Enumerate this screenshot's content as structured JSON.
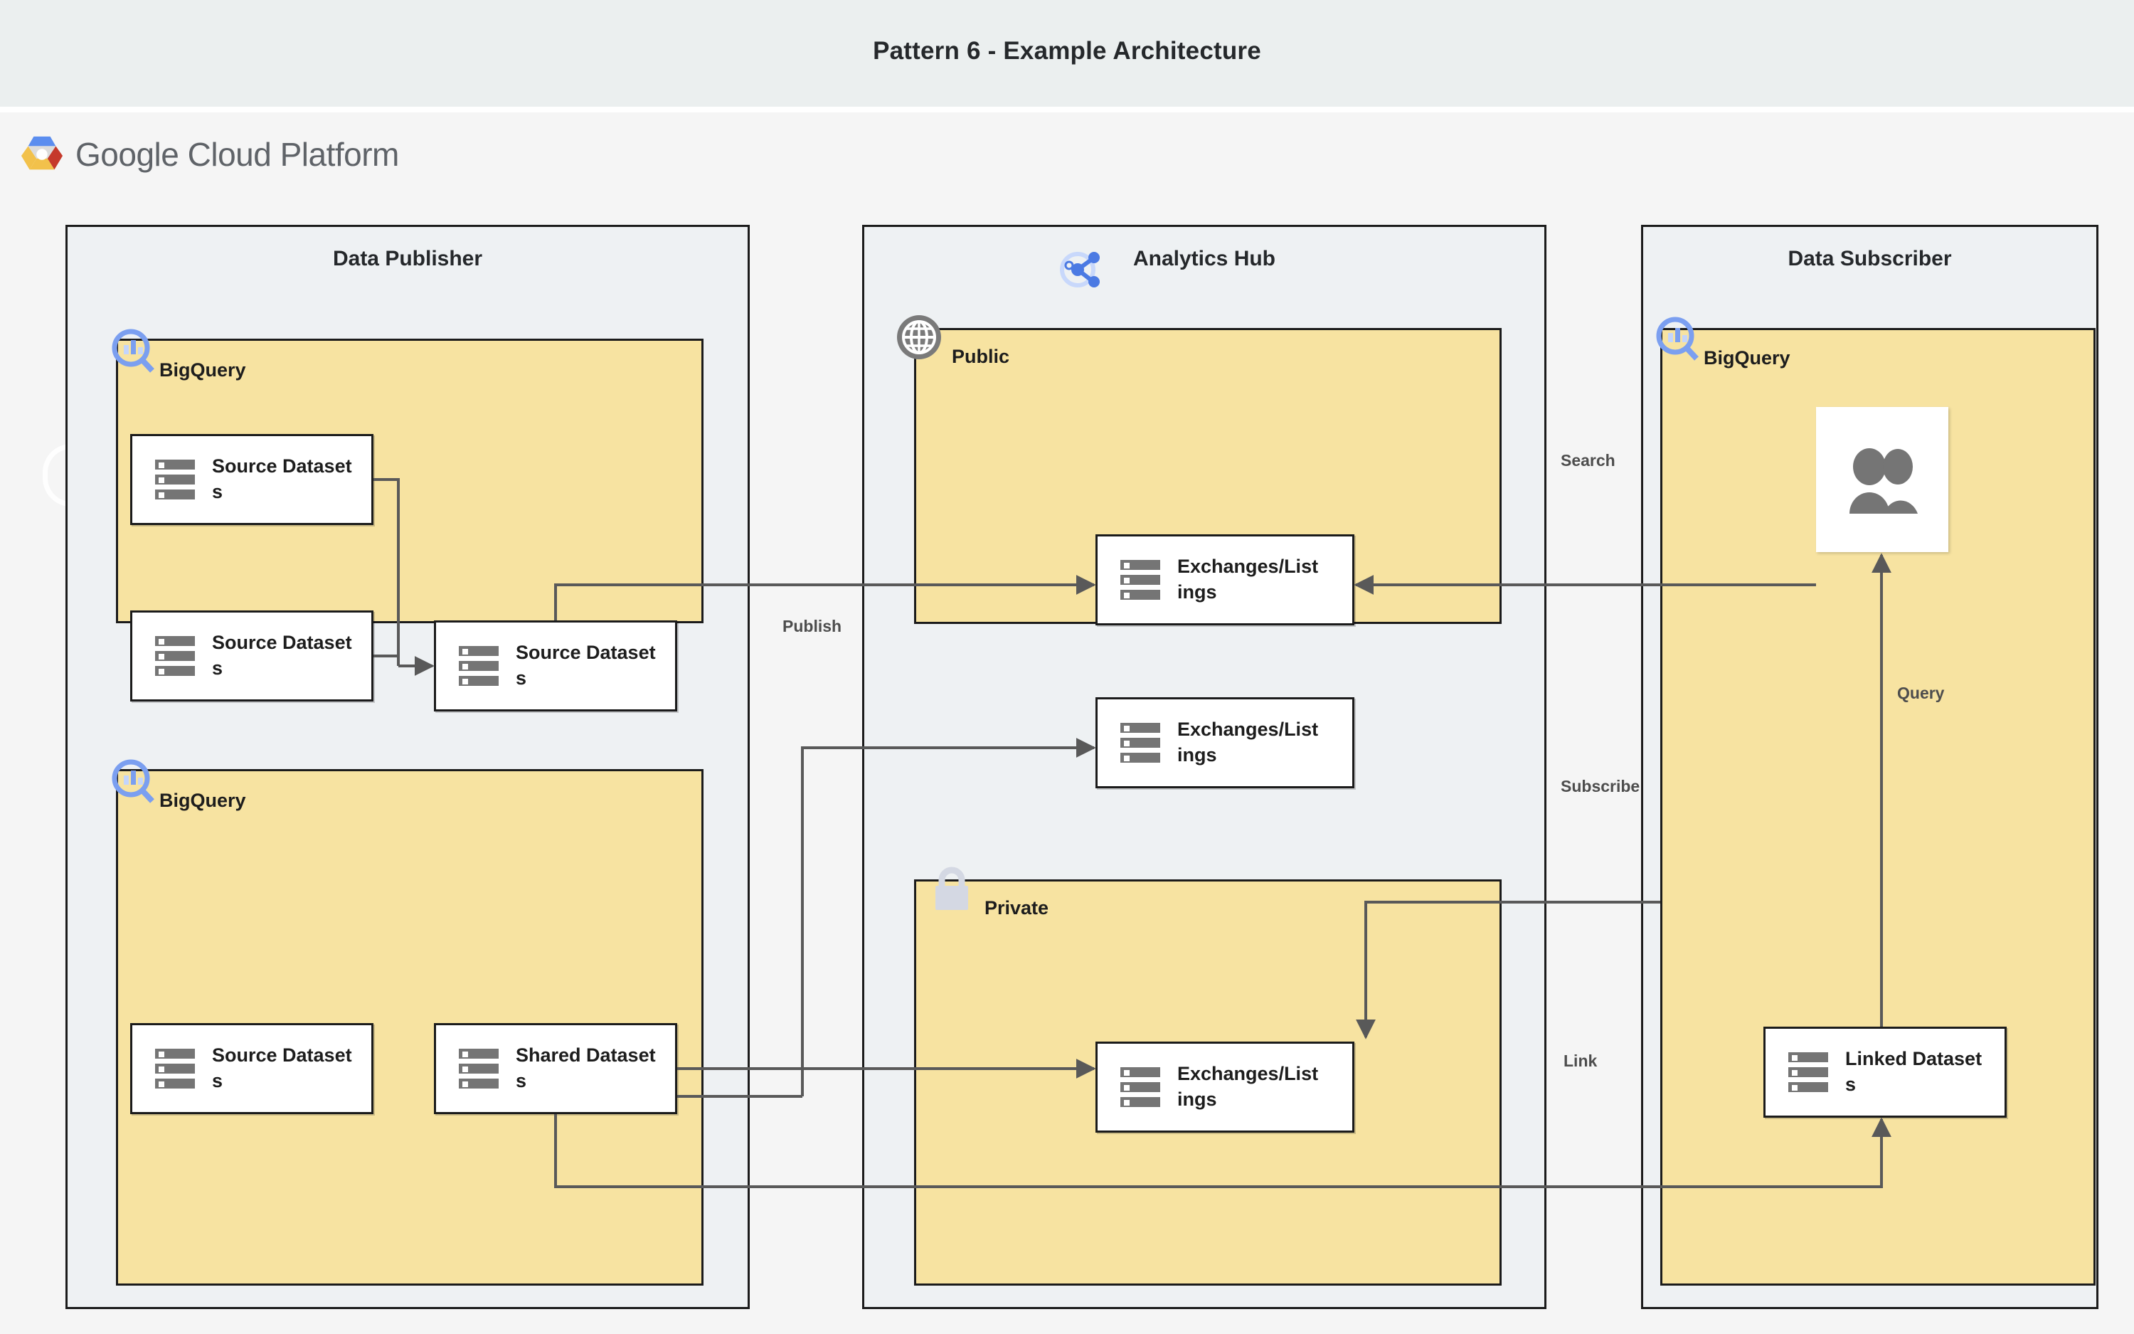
{
  "header": {
    "title": "Pattern 6 - Example Architecture"
  },
  "brand": {
    "logo_icon": "google-cloud-hexagon-icon",
    "name_primary": "Google",
    "name_secondary": "Cloud Platform",
    "colors": {
      "blue": "#5b8def",
      "red": "#c5392b",
      "yellow": "#f2c14b",
      "center": "#dcdcdc"
    }
  },
  "colors": {
    "panel_fill": "#f7e3a1",
    "group_fill": "#eef1f3",
    "node_fill": "#ffffff",
    "stroke": "#1b1b1b",
    "wire": "#595959",
    "accent_blue": "#5b8def",
    "icon_gray": "#757575",
    "canvas": "#f5f5f5",
    "title_band": "#ebefef"
  },
  "groups": [
    {
      "id": "publisher",
      "title": "Data Publisher"
    },
    {
      "id": "hub",
      "title": "Analytics Hub",
      "icon": "analytics-hub-share-icon"
    },
    {
      "id": "subscriber",
      "title": "Data Subscriber"
    }
  ],
  "panels": [
    {
      "id": "pub-bq-top",
      "label": "BigQuery",
      "icon": "bigquery-magnifier-icon"
    },
    {
      "id": "pub-bq-bottom",
      "label": "BigQuery",
      "icon": "bigquery-magnifier-icon"
    },
    {
      "id": "hub-public",
      "label": "Public",
      "icon": "globe-icon"
    },
    {
      "id": "hub-private",
      "label": "Private",
      "icon": "lock-icon"
    },
    {
      "id": "sub-bq",
      "label": "BigQuery",
      "icon": "bigquery-magnifier-icon"
    }
  ],
  "nodes": [
    {
      "id": "src-a",
      "label": "Source Datasets",
      "icon": "dataset-stack-icon"
    },
    {
      "id": "src-b",
      "label": "Source Datasets",
      "icon": "dataset-stack-icon"
    },
    {
      "id": "src-merge",
      "label": "Source Datasets",
      "icon": "dataset-stack-icon"
    },
    {
      "id": "src-lower",
      "label": "Source Datasets",
      "icon": "dataset-stack-icon"
    },
    {
      "id": "shared",
      "label": "Shared Datasets",
      "icon": "dataset-stack-icon"
    },
    {
      "id": "pub-listing-1",
      "label": "Exchanges/Listings",
      "icon": "dataset-stack-icon"
    },
    {
      "id": "pub-listing-2",
      "label": "Exchanges/Listings",
      "icon": "dataset-stack-icon"
    },
    {
      "id": "priv-listing",
      "label": "Exchanges/Listings",
      "icon": "dataset-stack-icon"
    },
    {
      "id": "linked",
      "label": "Linked Datasets",
      "icon": "dataset-stack-icon"
    },
    {
      "id": "users",
      "label": "",
      "icon": "users-group-icon"
    }
  ],
  "connections": [
    {
      "id": "publish",
      "label": "Publish"
    },
    {
      "id": "search",
      "label": "Search"
    },
    {
      "id": "subscribe",
      "label": "Subscribe"
    },
    {
      "id": "query",
      "label": "Query"
    },
    {
      "id": "link",
      "label": "Link"
    }
  ]
}
